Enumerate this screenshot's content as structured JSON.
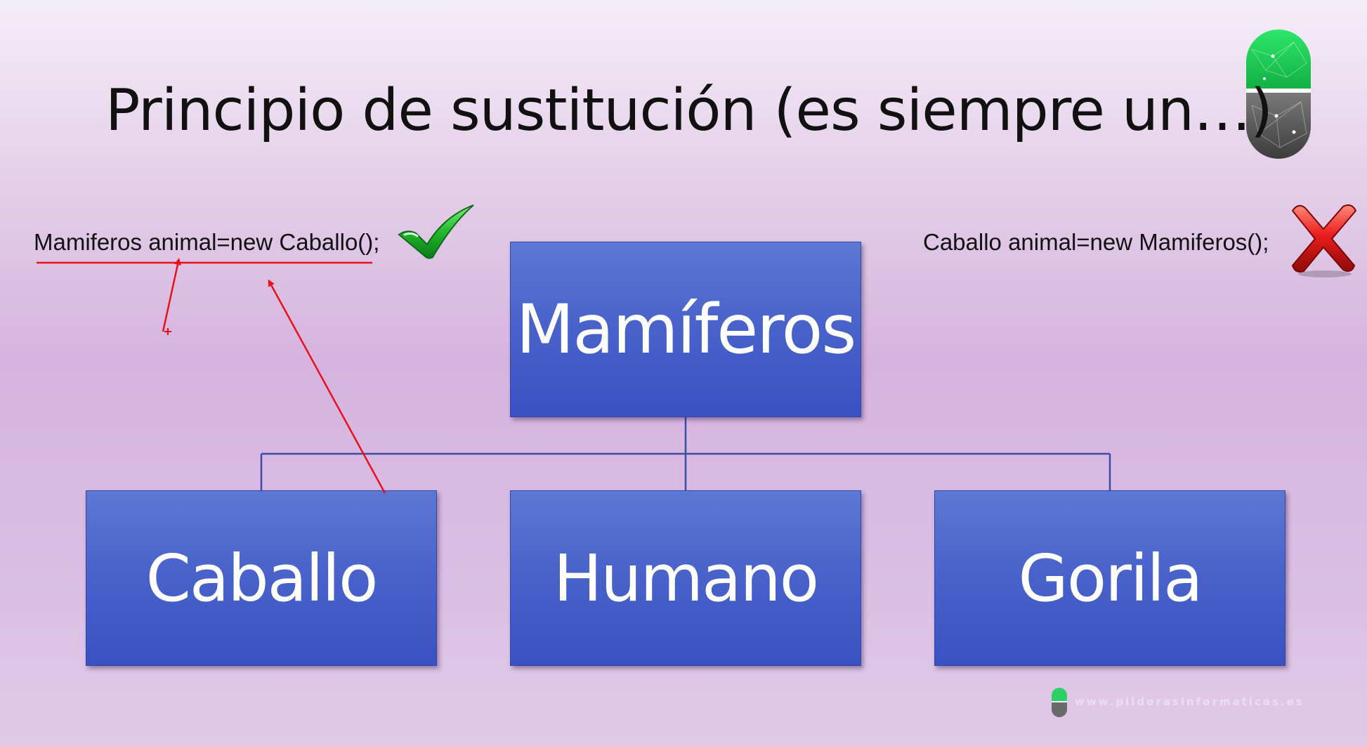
{
  "title": "Principio de sustitución (es siempre un…)",
  "code_examples": {
    "valid": "Mamiferos animal=new Caballo();",
    "invalid": "Caballo animal=new Mamiferos();"
  },
  "hierarchy": {
    "parent": "Mamíferos",
    "children": [
      "Caballo",
      "Humano",
      "Gorila"
    ]
  },
  "icons": {
    "valid": "green-checkmark-icon",
    "invalid": "red-x-icon",
    "logo": "pill-logo-icon"
  },
  "colors": {
    "box_fill": "#4a63cb",
    "box_text": "#ffffff",
    "connector": "#3a4ea8",
    "annotation": "#e8101a",
    "check": "#1fa82a",
    "cross": "#e0141a",
    "logo_top": "#1ecb52",
    "logo_bottom": "#555555"
  },
  "watermark": "www.pildorasinformaticas.es"
}
